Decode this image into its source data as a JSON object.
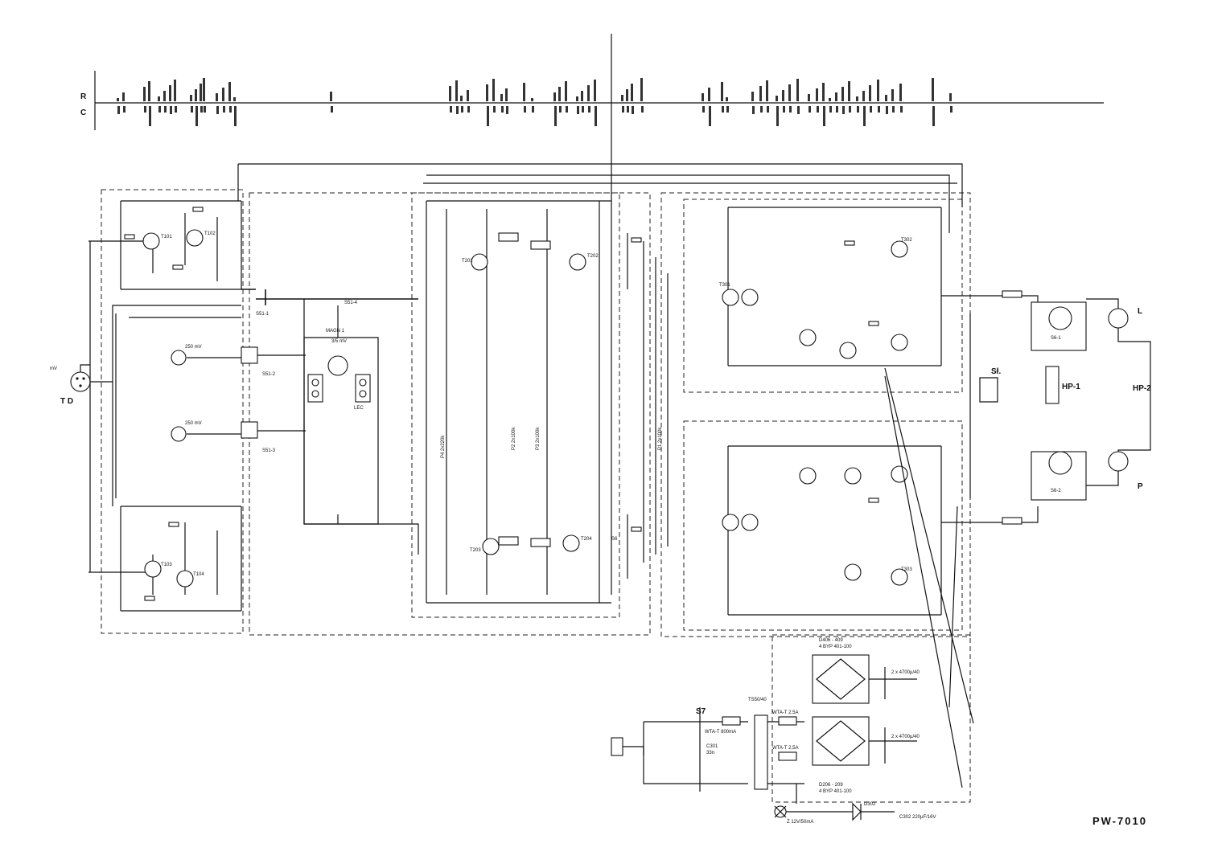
{
  "model": "PW-7010",
  "ruler": {
    "row_r": "R",
    "row_c": "C"
  },
  "inputs": {
    "td": "T D",
    "td_pin": "mV"
  },
  "switches": {
    "s51_1": "S51-1",
    "s51_2": "S51-2",
    "s51_3": "S51-3",
    "s51_4": "S51-4",
    "s7": "S7",
    "s6_1": "S6-1",
    "s6_2": "S6-2",
    "sw_s": "S6"
  },
  "selector": {
    "magn": "MAGN 1",
    "lec": "LEC",
    "magn_level": "3/5 mV",
    "level_2": "250 mV",
    "level_3": "250 mV"
  },
  "output": {
    "sk": "Sł.",
    "hp1": "HP-1",
    "hp2": "HP-2",
    "left": "L",
    "right": "P"
  },
  "transistors": {
    "t101": "T101",
    "t102": "T102",
    "t103": "T103",
    "t104": "T104",
    "t201": "T201",
    "t202": "T202",
    "t203": "T203",
    "t204": "T204",
    "t301": "T301",
    "t302": "T302",
    "t303": "T303"
  },
  "power": {
    "transformer": "TS50/40",
    "fuse_main": "WTA-T 800mA",
    "fuse_a": "WTA-T 2,5A",
    "fuse_b": "WTA-T 2,5A",
    "bridge_top": "D406 - 409",
    "bridge_top_type": "4 BYP 401-100",
    "bridge_bottom": "D206 - 209",
    "bridge_bottom_type": "4 BYP 401-100",
    "cap_top": "2 x 4700µ/40",
    "cap_bottom": "2 x 4700µ/40",
    "lamp": "Ż 12V/50mA",
    "c302": "C302 220µF/16V",
    "d302": "D302",
    "c301": "C301",
    "c301_val": "33n",
    "s7_label": "S7"
  },
  "potentiometers": {
    "p1": "P1 2x100k",
    "p2": "P2 2x100k",
    "p3": "P3 2x100k",
    "p4": "P4 2x220k"
  }
}
